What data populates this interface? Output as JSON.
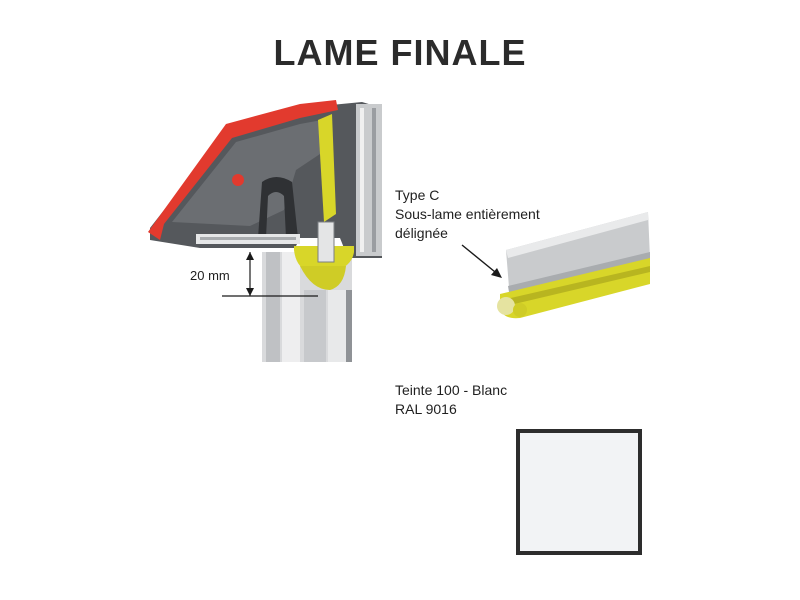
{
  "title": "LAME FINALE",
  "dimension_label": "20 mm",
  "type_callout": {
    "line1": "Type C",
    "line2": "Sous-lame entièrement",
    "line3": "délignée"
  },
  "color_callout": {
    "line1": "Teinte 100 - Blanc",
    "line2": "RAL 9016"
  },
  "colors": {
    "swatch_fill": "#f2f3f5",
    "accent_red": "#e23a2e",
    "accent_yellow": "#d8d629",
    "profile_grey": "#5a5d61"
  }
}
